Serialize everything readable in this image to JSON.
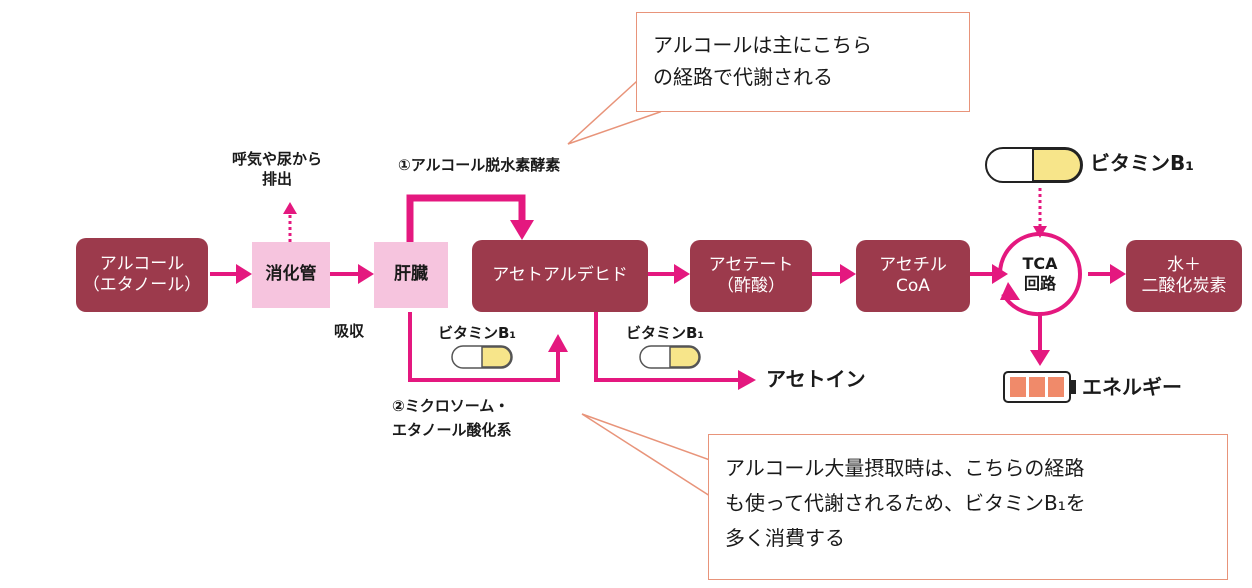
{
  "nodes": {
    "alcohol": "アルコール\n（エタノール）",
    "digestive": "消化管",
    "liver": "肝臓",
    "acetaldehyde": "アセトアルデヒド",
    "acetate": "アセテート\n（酢酸）",
    "acetyl_coa": "アセチル\nCoA",
    "tca": "TCA\n回路",
    "water_co2": "水＋\n二酸化炭素"
  },
  "labels": {
    "exhale": "呼気や尿から\n排出",
    "absorb": "吸収",
    "adh": "①アルコール脱水素酵素",
    "meos": "②ミクロソーム・\nエタノール酸化系",
    "acetoin": "アセトイン",
    "energy": "エネルギー",
    "vitamin_b1_main": "ビタミンB₁",
    "vitamin_b1_small1": "ビタミンB₁",
    "vitamin_b1_small2": "ビタミンB₁"
  },
  "callouts": {
    "top": "アルコールは主にこちら\nの経路で代謝される",
    "bottom": "アルコール大量摂取時は、こちらの経路\nも使って代謝されるため、ビタミンB₁を\n多く消費する"
  },
  "colors": {
    "node_dark": "#9c3a4c",
    "node_light": "#f6c4de",
    "arrow": "#e4187f",
    "callout_border": "#e8947a",
    "capsule_yellow": "#f7e58a",
    "battery": "#f08a6a"
  }
}
